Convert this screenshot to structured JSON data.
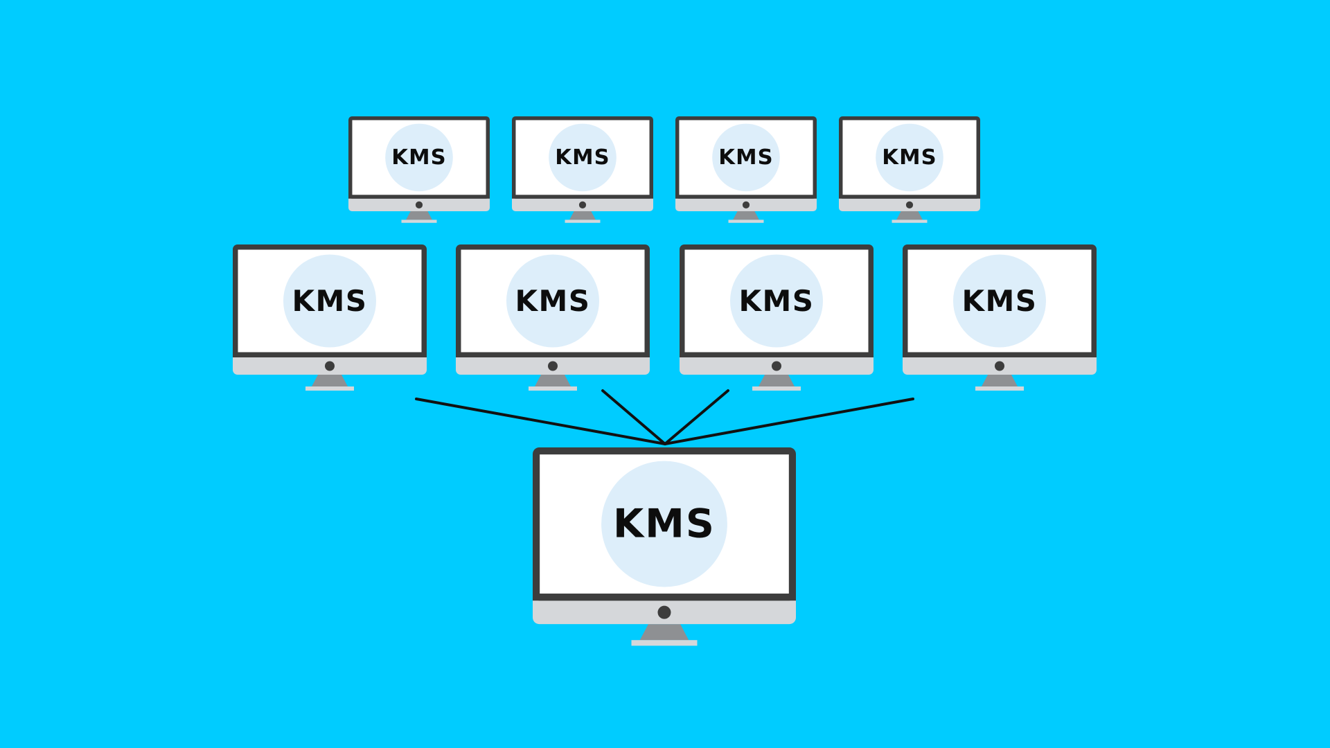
{
  "colors": {
    "background": "#00CCFF",
    "bezel": "#3D3D3D",
    "screen": "#FFFFFF",
    "chin": "#D5D7DA",
    "camera_dot": "#3D3D3D",
    "stand": "#8E9093",
    "stand_base": "#D5D7DA",
    "badge": "#DDEEFA",
    "label": "#0D0D0D",
    "connector": "#111111"
  },
  "icons": {
    "monitor": "monitor-icon",
    "badge": "kms-badge-icon"
  },
  "diagram": {
    "top_row": [
      {
        "label": "KMS"
      },
      {
        "label": "KMS"
      },
      {
        "label": "KMS"
      },
      {
        "label": "KMS"
      }
    ],
    "middle_row": [
      {
        "label": "KMS"
      },
      {
        "label": "KMS"
      },
      {
        "label": "KMS"
      },
      {
        "label": "KMS"
      }
    ],
    "host": {
      "label": "KMS"
    },
    "connections": [
      {
        "from": "middle_row.0",
        "to": "host"
      },
      {
        "from": "middle_row.1",
        "to": "host"
      },
      {
        "from": "middle_row.2",
        "to": "host"
      },
      {
        "from": "middle_row.3",
        "to": "host"
      }
    ]
  }
}
